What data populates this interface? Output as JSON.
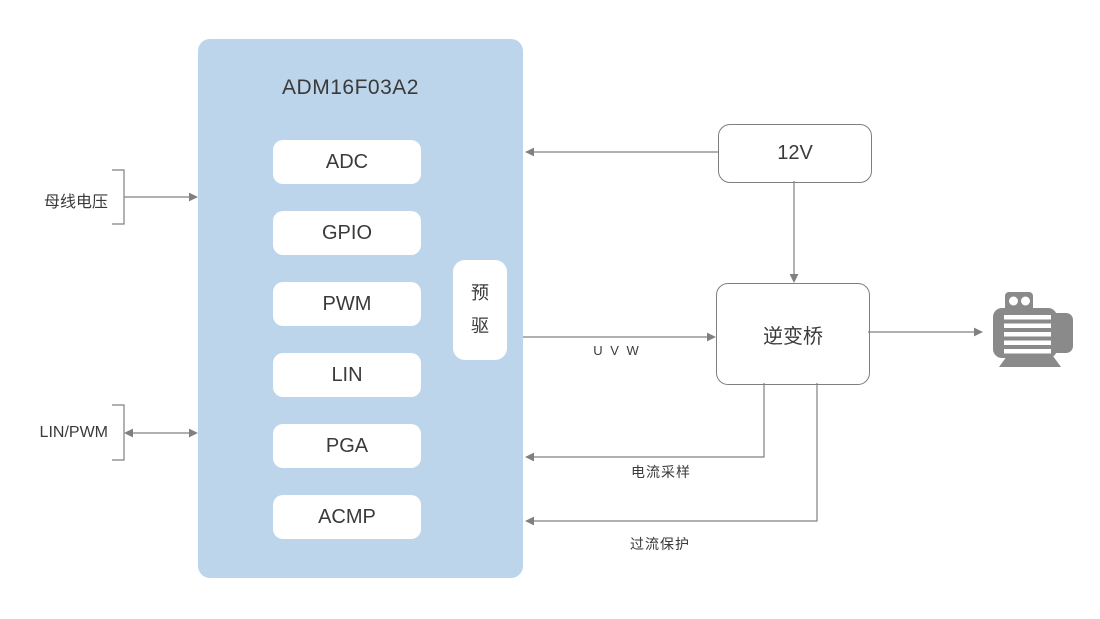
{
  "colors": {
    "mcu_block_fill": "#BCD5EB",
    "module_fill": "#FFFFFF",
    "box_border": "#7F7F7F",
    "wire": "#808080",
    "text": "#3A3A3A",
    "motor_icon": "#8A8A8A"
  },
  "mcu": {
    "title": "ADM16F03A2",
    "modules": [
      "ADC",
      "GPIO",
      "PWM",
      "LIN",
      "PGA",
      "ACMP"
    ],
    "predriver": "预驱"
  },
  "left_inputs": {
    "bus_voltage": "母线电压",
    "lin_pwm": "LIN/PWM"
  },
  "power_supply": {
    "label": "12V"
  },
  "inverter": {
    "label": "逆变桥"
  },
  "motor": {
    "icon": "motor-icon"
  },
  "edge_labels": {
    "uvw": "U V W",
    "current_sense": "电流采样",
    "overcurrent_protection": "过流保护"
  }
}
